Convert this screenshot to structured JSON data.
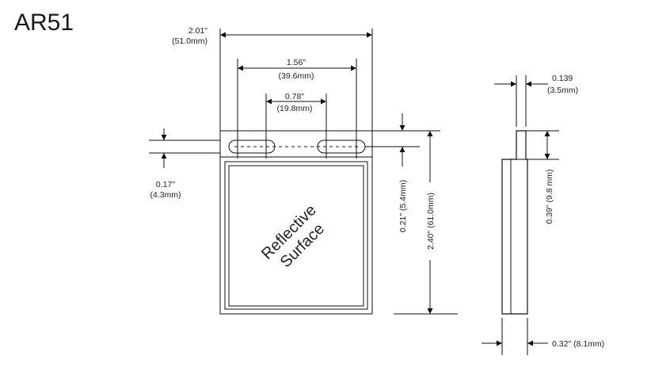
{
  "title": "AR51",
  "surface_label": [
    "Reflective",
    "Surface"
  ],
  "dims": {
    "overall_width": [
      "2.01\"",
      "(51.0mm)"
    ],
    "slot_spacing_outer": [
      "1.56\"",
      "(39.6mm)"
    ],
    "slot_spacing_inner": [
      "0.78\"",
      "(19.8mm)"
    ],
    "slot_height": [
      "0.17\"",
      "(4.3mm)"
    ],
    "slot_offset": "0.21\" (5.4mm)",
    "overall_height": "2.40\" (61.0mm)",
    "tab_thickness": [
      "0.139",
      "(3.5mm)"
    ],
    "tab_height": "0.39\" (9.8 mm)",
    "body_thickness": "0.32\" (8.1mm)"
  }
}
